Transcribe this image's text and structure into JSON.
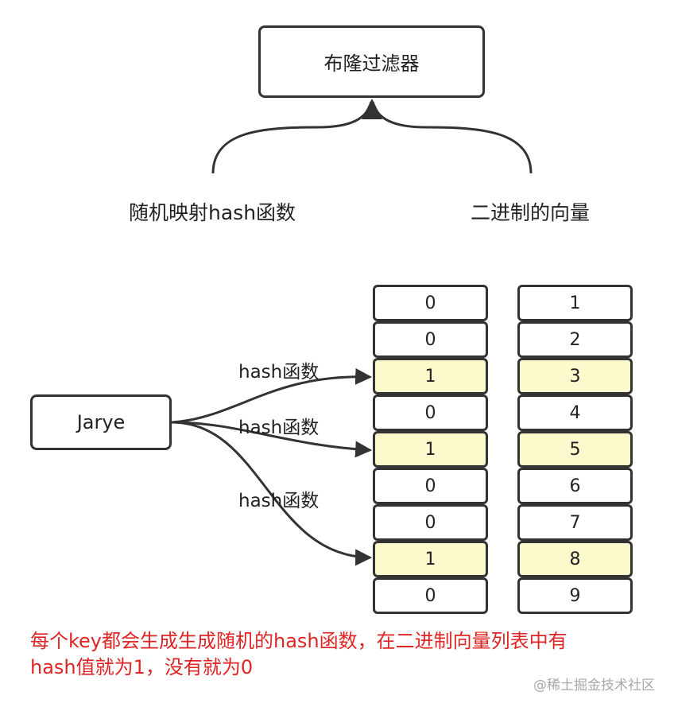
{
  "title_box": "布隆过滤器",
  "left_label": "随机映射hash函数",
  "right_label": "二进制的向量",
  "source_box": "Jarye",
  "edge_labels": [
    "hash函数",
    "hash函数",
    "hash函数"
  ],
  "bit_cells": [
    "0",
    "0",
    "1",
    "0",
    "1",
    "0",
    "0",
    "1",
    "0"
  ],
  "index_cells": [
    "1",
    "2",
    "3",
    "4",
    "5",
    "6",
    "7",
    "8",
    "9"
  ],
  "highlighted_rows": [
    3,
    5,
    8
  ],
  "note": {
    "line1": "每个key都会生成生成随机的hash函数，在二进制向量列表中有",
    "line2": "hash值就为1，没有就为0"
  },
  "watermark": "@稀土掘金技术社区",
  "colors": {
    "highlight": "#fcf9cd",
    "note_text": "#e02424",
    "stroke": "#333333"
  }
}
